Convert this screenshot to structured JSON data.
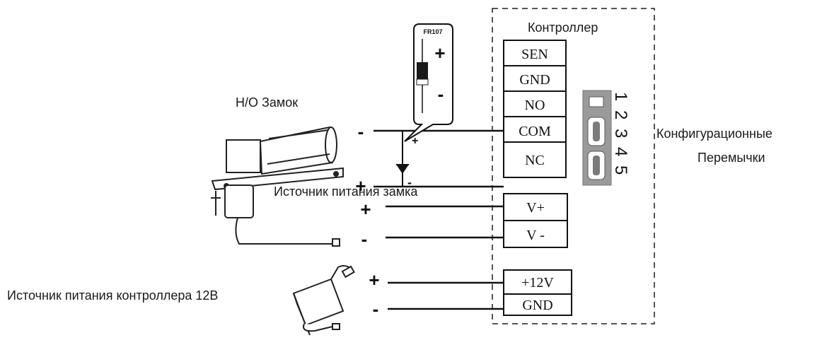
{
  "labels": {
    "controller": "Контроллер",
    "lock": "Н/О Замок",
    "lock_psu": "Источник питания замка",
    "controller_psu": "Источник питания контроллера 12В",
    "jumpers_line1": "Конфигурационные",
    "jumpers_line2": "Перемычки",
    "diode": "FR107"
  },
  "terminals": [
    "SEN",
    "GND",
    "NO",
    "COM",
    "NC"
  ],
  "power_terminals": [
    "V+",
    "V -"
  ],
  "supply_terminals": [
    "+12V",
    "GND"
  ],
  "jumper_numbers": [
    "1",
    "2",
    "3",
    "4",
    "5"
  ],
  "signs": {
    "plus": "+",
    "minus": "-"
  }
}
